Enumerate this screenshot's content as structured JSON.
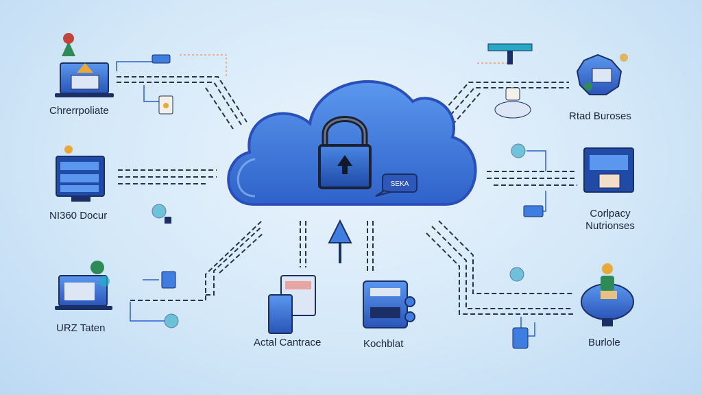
{
  "colors": {
    "background": "#d4e8f8",
    "cloud": "#3f7ee0",
    "cloud_edge": "#2a4fb8",
    "line": "#25324a",
    "accent": "#27a9c4"
  },
  "cloud": {
    "center_icon": "padlock-icon",
    "lock_screen_icon": "upload-arrow-icon",
    "tag_text": "SEKA"
  },
  "nodes": {
    "left": [
      {
        "label": "Chrerrpoliate",
        "icon": "laptop-with-tree-icon"
      },
      {
        "label": "NI360 Docur",
        "icon": "server-rack-icon"
      },
      {
        "label": "URZ Taten",
        "icon": "monitor-with-key-icon"
      }
    ],
    "right": [
      {
        "label": "Rtad Buroses",
        "icon": "gear-badge-icon"
      },
      {
        "label": "Corlpacy\nNutrionses",
        "icon": "building-panel-icon"
      },
      {
        "label": "Burlole",
        "icon": "person-on-platform-icon"
      }
    ],
    "bottom": [
      {
        "label": "Actal Cantrace",
        "icon": "devices-icon"
      },
      {
        "label": "Kochblat",
        "icon": "hardware-box-icon"
      }
    ]
  }
}
